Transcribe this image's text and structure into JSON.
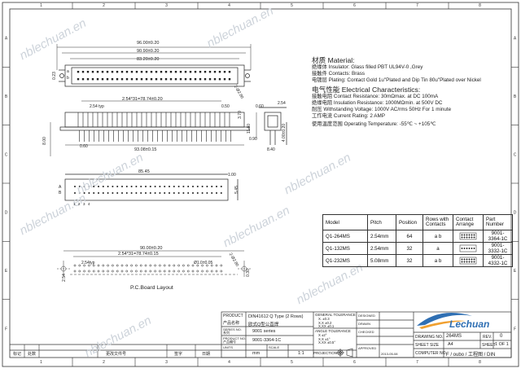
{
  "frame": {
    "col_labels": [
      "1",
      "2",
      "3",
      "4",
      "5",
      "6",
      "7",
      "8"
    ],
    "row_labels": [
      "A",
      "B",
      "C",
      "D",
      "E",
      "F"
    ]
  },
  "watermark": "nblechuan.en",
  "front_view": {
    "dims": [
      "96.00±0.20",
      "90.90±0.20",
      "83.20±0.20",
      "2.54*31=78.74±0.20",
      "2.54 typ",
      "0.50",
      "3.70",
      "11.60",
      "8.00",
      "0.60",
      "93.08±0.15",
      "0.23",
      "2-Ø2.80",
      "0.90"
    ],
    "pin_label_a": "a",
    "pin_label_b": "b"
  },
  "side_view": {
    "dims": [
      "2.54",
      "0.60",
      "4.00±0.20",
      "8.40"
    ]
  },
  "bottom_view": {
    "dims": [
      "85.45",
      "1.00",
      "5.45"
    ],
    "row_labels": [
      "A",
      "B",
      "1",
      "2",
      "3",
      "4"
    ]
  },
  "pcb_layout": {
    "title": "P.C.Board Layout",
    "dims": [
      "90.00±0.20",
      "2.54*31=78.74±0.15",
      "2.54typ",
      "Ø1.0±0.05",
      "2-Ø2.80",
      "0.30",
      "2.54"
    ]
  },
  "specs": {
    "material_title": "材质 Material:",
    "insulator": "绝缘体 Insulator: Glass filled PBT UL94V-0 ,Grey",
    "contacts": "接触件 Contacts: Brass",
    "plating": "电镀层 Plating: Contact Gold 1u\"Plated and Dip Tin 80u\"Plated over Nickel",
    "electrical_title": "电气性能 Electrical Characteristics:",
    "contact_resistance": "接触电阻 Contact Resistance: 30mΩmax. at DC 100mA",
    "insulation_resistance": "绝缘电阻 Insulation Resistance: 1000MΩmin. at 500V DC",
    "withstanding": "耐压 Withstanding Voltage: 1000V AC/rms 50Hz For 1 minute",
    "current": "工作电流 Current Rating: 2 AMP",
    "temperature": "使用温度范围 Operating Temperature: -55℃ ~ +105℃"
  },
  "parts_table": {
    "headers": [
      "Model",
      "Pitch",
      "Position",
      "Rows with Contacts",
      "Contact Arrange",
      "Part Number"
    ],
    "rows": [
      {
        "model": "Q1-264MS",
        "pitch": "2.54mm",
        "position": "64",
        "rows": "a  b",
        "part": "9001-3364-1C"
      },
      {
        "model": "Q1-132MS",
        "pitch": "2.54mm",
        "position": "32",
        "rows": "a",
        "part": "9001-3332-1C"
      },
      {
        "model": "Q1-232MS",
        "pitch": "5.08mm",
        "position": "32",
        "rows": "a  b",
        "part": "9001-4332-1C"
      }
    ]
  },
  "title_block": {
    "product_label": "PRODUCT",
    "product_cn": "产品名称",
    "product_value": "DIN41612 Q Type (2 Rows)",
    "product_value_cn": "欧式Q型公直焊",
    "series_label": "SERIES NO.",
    "series_cn": "系列",
    "series_value": "9001 series",
    "product_no_label": "PRODUCT NO.",
    "product_no_cn": "产品编号",
    "product_no_value": "9001-3364-1C",
    "units_label": "UNITS",
    "units_value": "mm",
    "scale_label": "SCALE",
    "scale_value": "1:1",
    "gen_tol_label": "GENERAL TOLERANCE",
    "tol_lines": [
      "X.   ±0.3",
      "X.X  ±0.2",
      "X.XX ±0.1"
    ],
    "angle_tol_label": "ANGLE TOLERANCE",
    "angle_lines": [
      "X    ±2°",
      "X.X  ±1°",
      "X.XX ±0.5°"
    ],
    "projection_label": "PROJECTION",
    "designed_label": "DESIGNED",
    "drawn_label": "DRAWN",
    "checked_label": "CHECKED",
    "approved_label": "APPROVED",
    "date_value": "2013-05-08",
    "drawing_no_label": "DRAWING NO.",
    "drawing_no_value": "264MS",
    "rev_label": "REV.",
    "rev_value": "0",
    "sheet_size_label": "SHEET SIZE",
    "sheet_size_value": "A4",
    "sheet_label": "SHEET",
    "sheet_value": "1 OF 1",
    "computer_no_label": "COMPUTER NO.",
    "computer_no_value": "F / oubo / 工程图 / DIN",
    "logo_text": "Lechuan"
  },
  "revision_strip": {
    "cells": [
      "标记",
      "处数",
      "更改文件号",
      "签字",
      "日期"
    ]
  }
}
